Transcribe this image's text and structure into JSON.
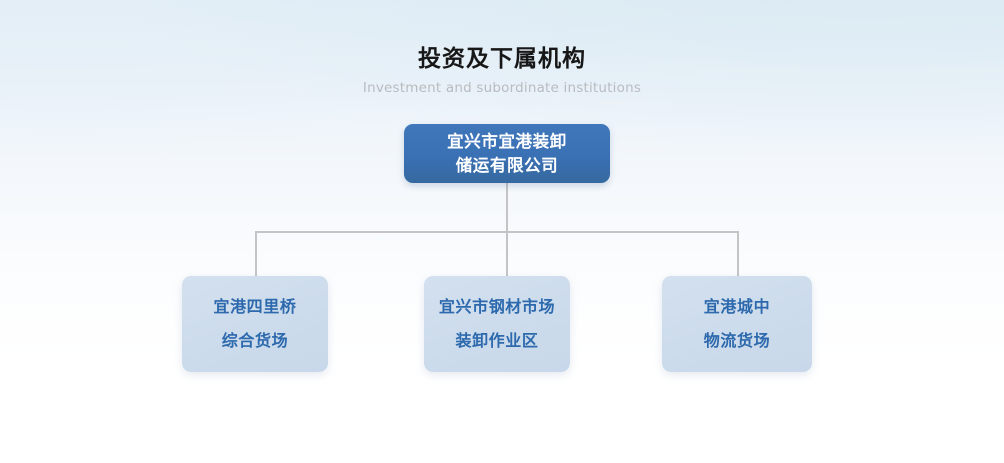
{
  "heading": {
    "title": "投资及下属机构",
    "subtitle": "Investment and subordinate institutions"
  },
  "colors": {
    "root_fill": "#3a70b4",
    "root_text": "#ffffff",
    "child_fill": "#cddcec",
    "child_text": "#2d69ad",
    "connector": "#c4c4c4",
    "title_text": "#171717",
    "subtitle_text": "#b8bcc0",
    "background_top": "#e6f0f7",
    "background_bottom": "#ffffff"
  },
  "org_chart": {
    "root": {
      "name": "宜兴市宜港装卸储运有限公司",
      "line1": "宜兴市宜港装卸",
      "line2": "储运有限公司"
    },
    "children": [
      {
        "name": "宜港四里桥综合货场",
        "line1": "宜港四里桥",
        "line2": "综合货场"
      },
      {
        "name": "宜兴市钢材市场装卸作业区",
        "line1": "宜兴市钢材市场",
        "line2": "装卸作业区"
      },
      {
        "name": "宜港城中物流货场",
        "line1": "宜港城中",
        "line2": "物流货场"
      }
    ]
  }
}
